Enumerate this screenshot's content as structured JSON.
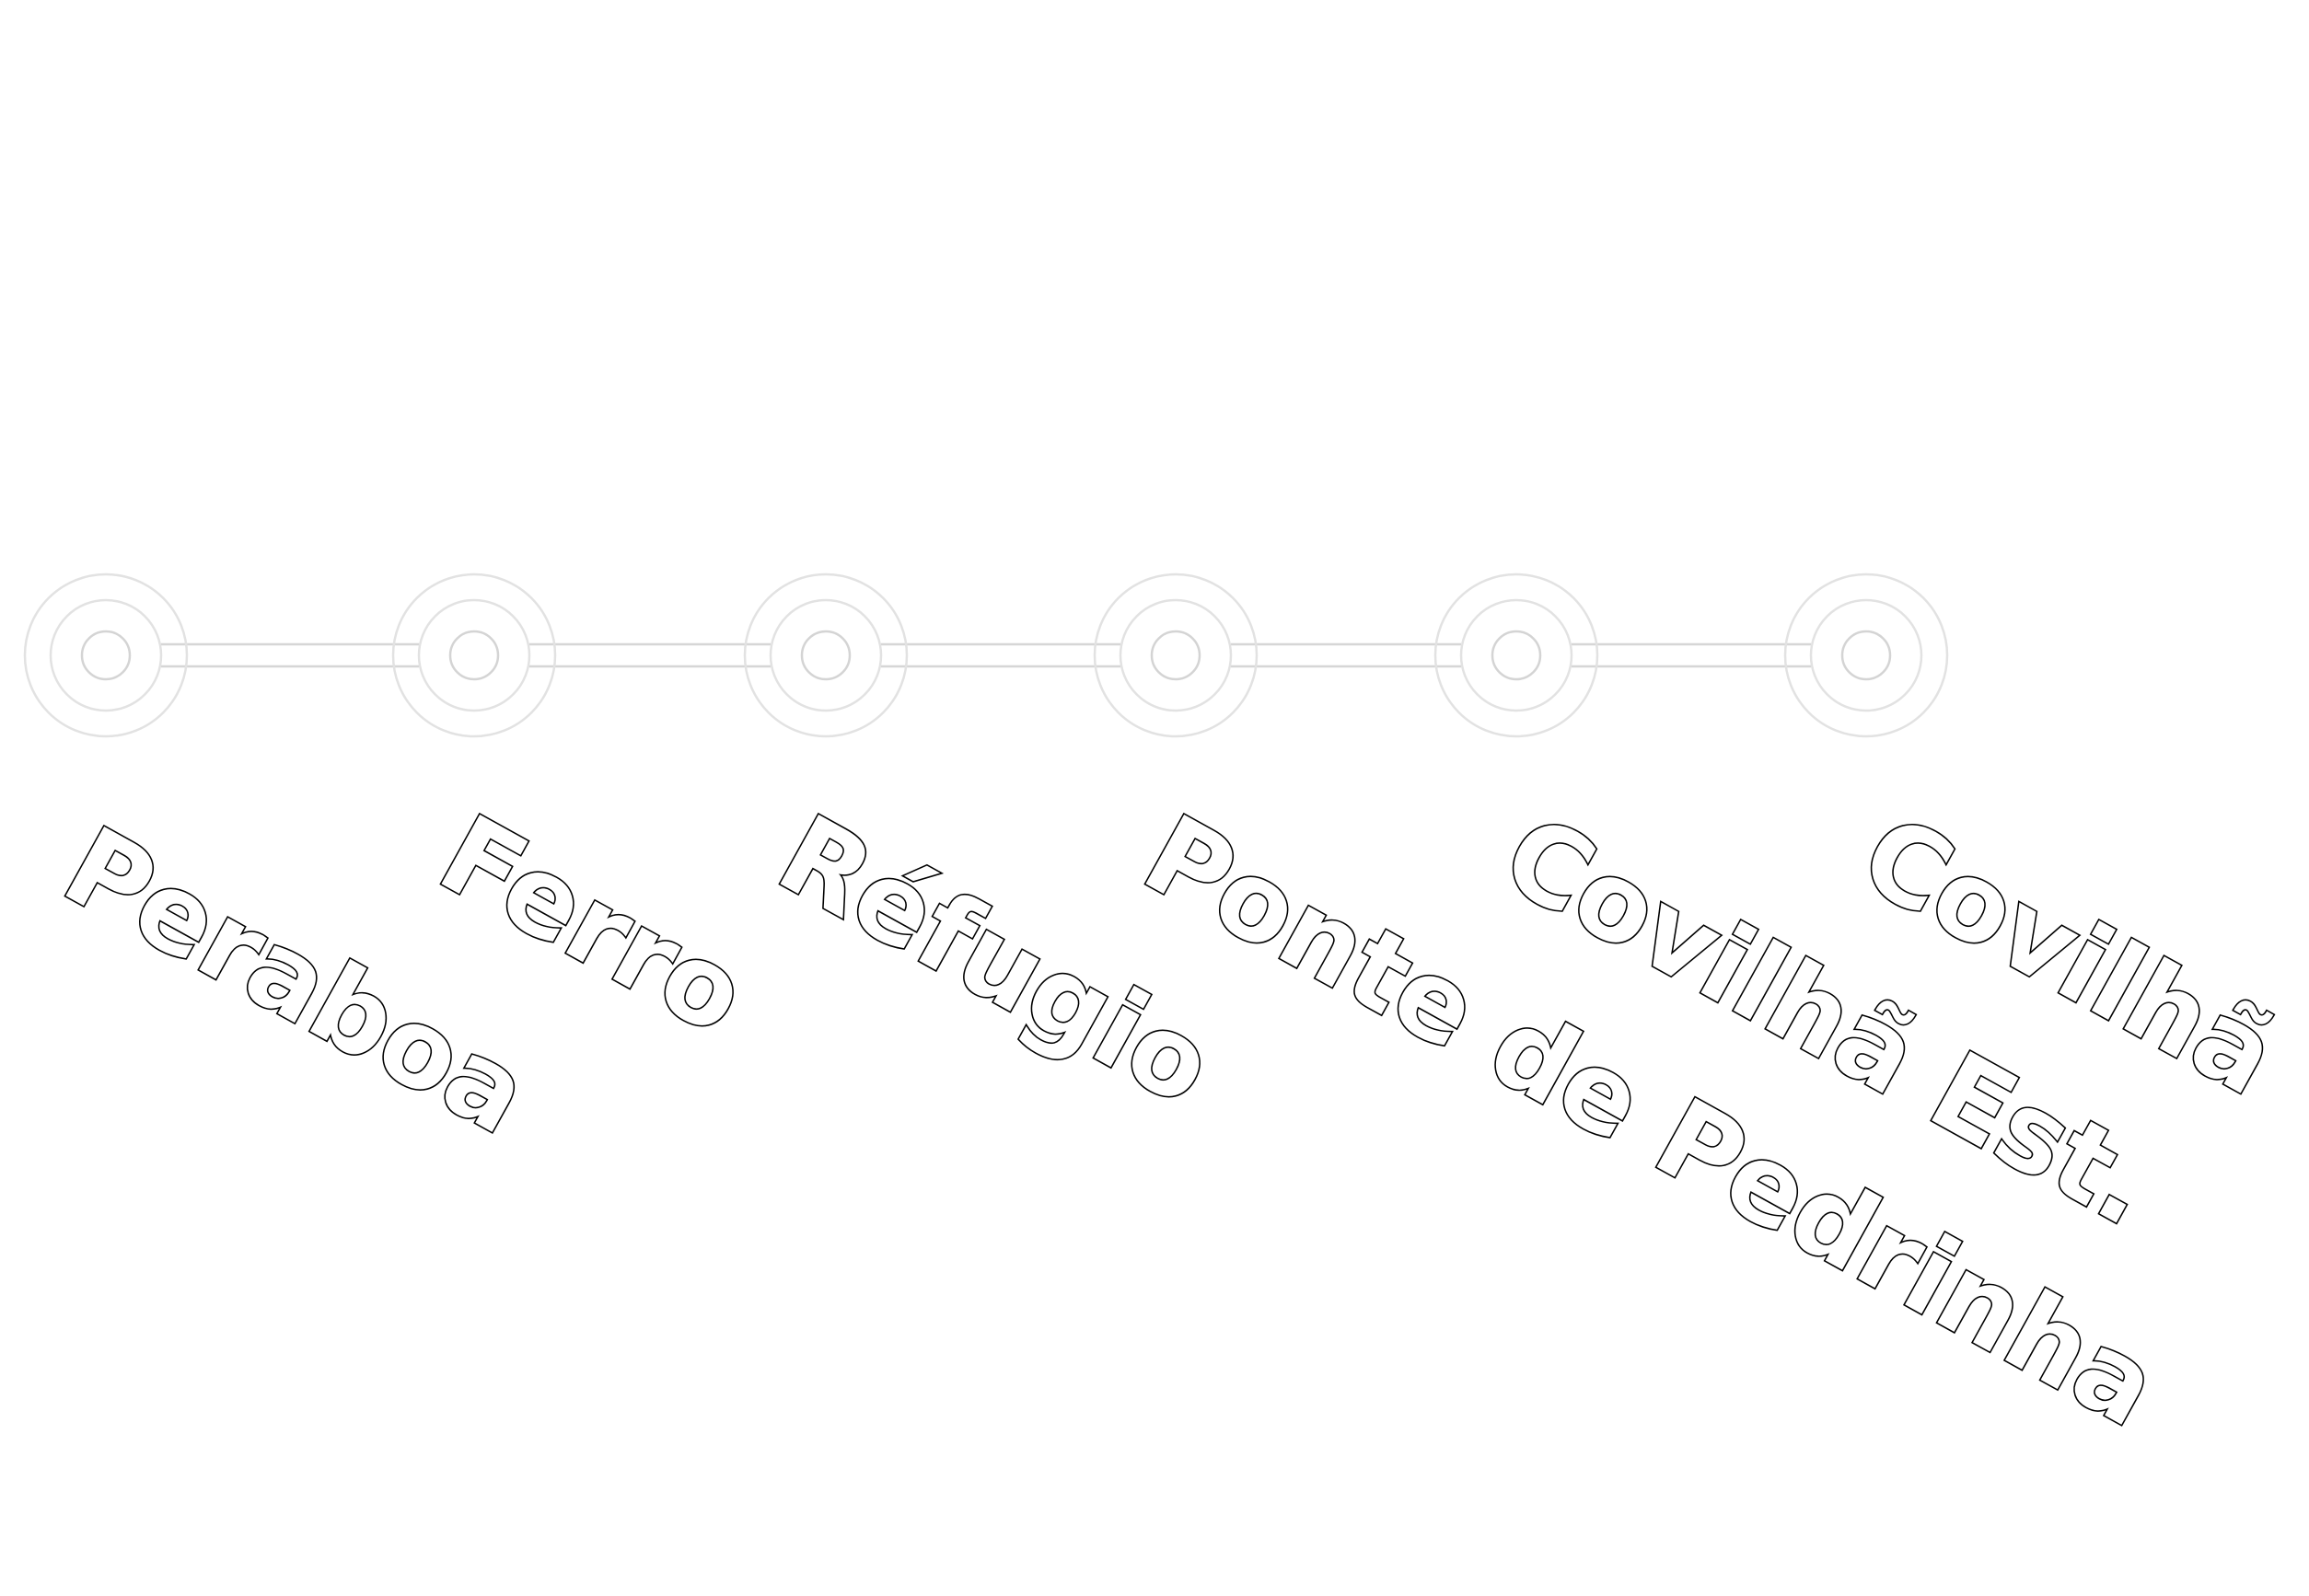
{
  "line": {
    "colors": {
      "outline": "#000000",
      "text_fill": "#ffffff",
      "track": "#d6d6d6"
    },
    "stations": [
      {
        "name": "Peraboa"
      },
      {
        "name": "Ferro"
      },
      {
        "name": "Réfugio"
      },
      {
        "name": "Ponte de Pedrinha"
      },
      {
        "name": "Covilhã Est."
      },
      {
        "name": "Covilhã"
      }
    ]
  }
}
